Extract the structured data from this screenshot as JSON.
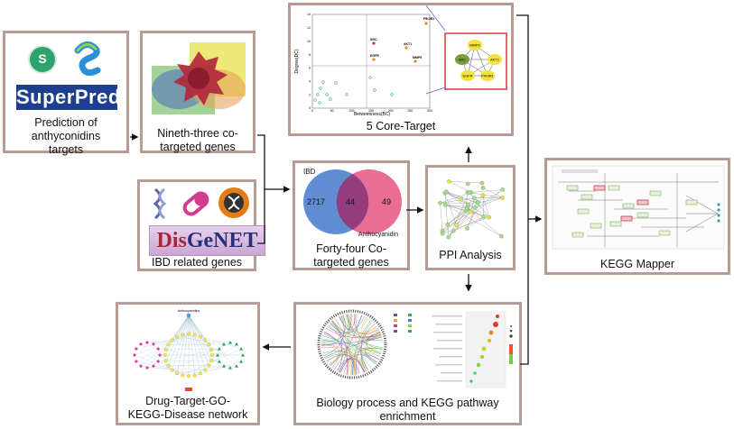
{
  "panels": {
    "prediction": {
      "label": "Prediction of anthyconidins targets",
      "logo_text": "SuperPred",
      "icon_letter": "S"
    },
    "ninety_three": {
      "label": "Nineth-three co-targeted genes"
    },
    "ibd_genes": {
      "label": "IBD related genes",
      "logo_parts": [
        "Dis",
        "Ge",
        "NET"
      ]
    },
    "forty_four": {
      "label": "Forty-four Co-targeted genes",
      "venn": {
        "left_label": "IBD",
        "right_label": "Anthocyanidin",
        "left_only": "2717",
        "overlap": "44",
        "right_only": "49"
      }
    },
    "core_target": {
      "label": "5 Core-Target",
      "ylabel": "Degree(DC)",
      "xlabel": "Betweenness(BC)",
      "yticks": [
        "0",
        "2",
        "4",
        "6",
        "8",
        "10",
        "12",
        "14"
      ],
      "xticks": [
        "0",
        "50",
        "100",
        "150",
        "200",
        "250",
        "300"
      ],
      "genes": [
        "PIK3R1",
        "SRC",
        "AKT1",
        "EGFR",
        "MMP9"
      ]
    },
    "ppi": {
      "label": "PPI Analysis"
    },
    "kegg_mapper": {
      "label": "KEGG Mapper"
    },
    "enrichment": {
      "label": "Biology process and KEGG pathway enrichment"
    },
    "network": {
      "label": "Drug-Target-GO-KEGG-Disease network",
      "center_label": "Anthocyanidins"
    }
  },
  "colors": {
    "panel_border": "#b89a94",
    "arrow": "#111111",
    "venn_left": "#4f7fcf",
    "venn_right": "#e65380",
    "superpred_blue": "#1d3f8f",
    "zoom_box": "#d33b3b"
  }
}
